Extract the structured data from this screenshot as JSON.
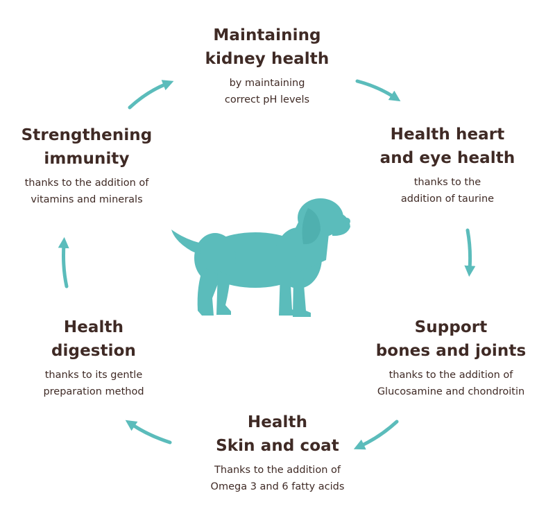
{
  "benefits": {
    "kidney": {
      "title_line1": "Maintaining",
      "title_line2": "kidney health",
      "desc_line1": "by maintaining",
      "desc_line2": "correct pH levels"
    },
    "heart": {
      "title_line1": "Health heart",
      "title_line2": "and eye health",
      "desc_line1": "thanks to the",
      "desc_line2": "addition of taurine"
    },
    "bones": {
      "title_line1": "Support",
      "title_line2": "bones and joints",
      "desc_line1": "thanks to the addition of",
      "desc_line2": "Glucosamine and chondroitin"
    },
    "skin": {
      "title_line1": "Health",
      "title_line2": "Skin and coat",
      "desc_line1": "Thanks to the addition of",
      "desc_line2": "Omega 3 and 6 fatty acids"
    },
    "digest": {
      "title_line1": "Health",
      "title_line2": "digestion",
      "desc_line1": "thanks to its gentle",
      "desc_line2": "preparation method"
    },
    "immun": {
      "title_line1": "Strengthening",
      "title_line2": "immunity",
      "desc_line1": "thanks to the addition of",
      "desc_line2": "vitamins and minerals"
    }
  },
  "colors": {
    "accent": "#5bbcbb",
    "text": "#3f2a25",
    "background": "#ffffff"
  },
  "icons": {
    "center": "dog-silhouette-icon",
    "cycle": "cycle-arrow-icon"
  }
}
